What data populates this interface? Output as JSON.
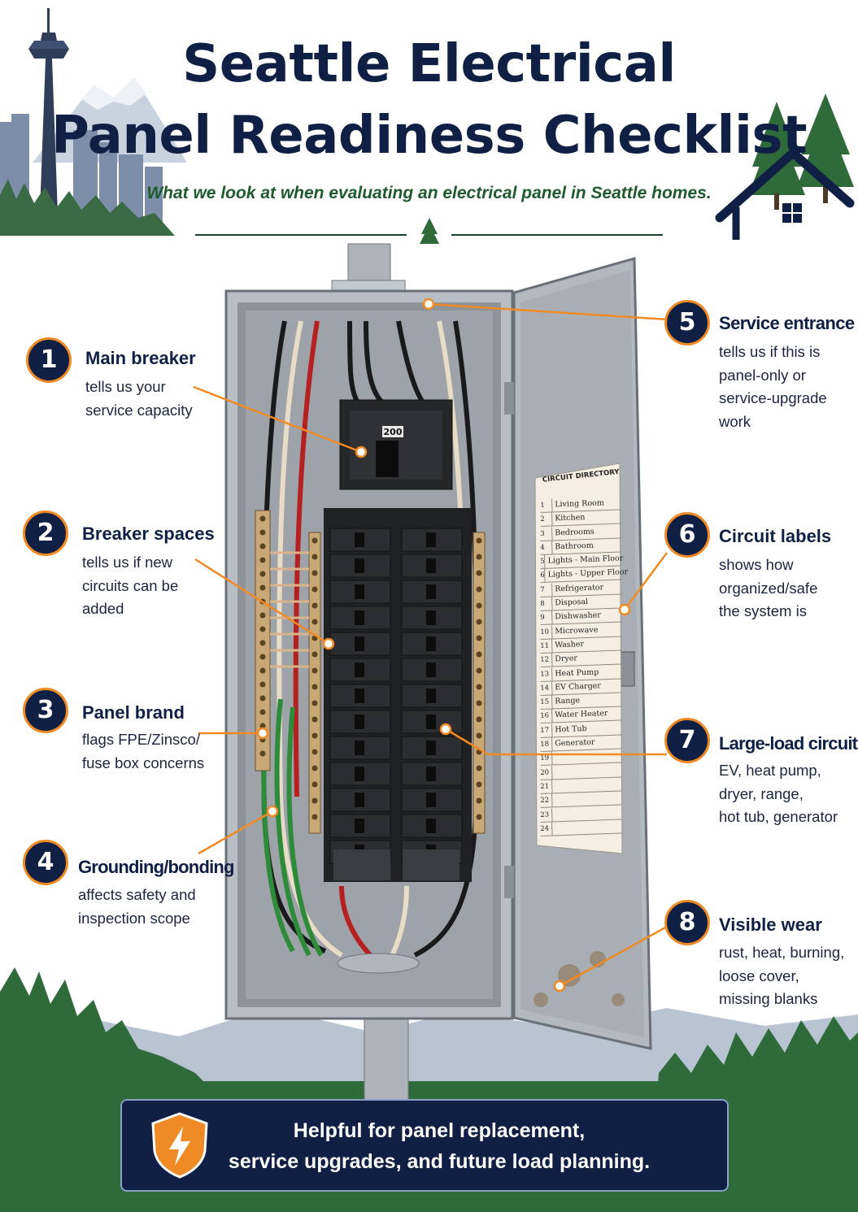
{
  "header": {
    "title_line1": "Seattle Electrical",
    "title_line2": "Panel Readiness Checklist",
    "subtitle": "What we look at when evaluating an electrical panel in Seattle homes."
  },
  "main_breaker_rating": "200",
  "checklist": [
    {
      "number": "1",
      "label": "Main breaker",
      "desc": [
        "tells us your",
        "service capacity"
      ]
    },
    {
      "number": "2",
      "label": "Breaker spaces",
      "desc": [
        "tells us if new",
        "circuits can be",
        "added"
      ]
    },
    {
      "number": "3",
      "label": "Panel brand",
      "desc": [
        "flags FPE/Zinsco/",
        "fuse box concerns"
      ]
    },
    {
      "number": "4",
      "label": "Grounding/bonding",
      "desc": [
        "affects safety and",
        "inspection scope"
      ]
    },
    {
      "number": "5",
      "label": "Service entrance",
      "desc": [
        "tells us if this is",
        "panel-only or",
        "service-upgrade",
        "work"
      ]
    },
    {
      "number": "6",
      "label": "Circuit labels",
      "desc": [
        "shows how",
        "organized/safe",
        "the system is"
      ]
    },
    {
      "number": "7",
      "label": "Large-load circuits",
      "desc": [
        "EV, heat pump,",
        "dryer, range,",
        "hot tub, generator"
      ]
    },
    {
      "number": "8",
      "label": "Visible wear",
      "desc": [
        "rust, heat, burning,",
        "loose cover,",
        "missing blanks"
      ]
    }
  ],
  "circuit_directory": {
    "title": "CIRCUIT DIRECTORY",
    "rows": [
      {
        "n": "1",
        "name": "Living Room"
      },
      {
        "n": "2",
        "name": "Kitchen"
      },
      {
        "n": "3",
        "name": "Bedrooms"
      },
      {
        "n": "4",
        "name": "Bathroom"
      },
      {
        "n": "5",
        "name": "Lights - Main Floor"
      },
      {
        "n": "6",
        "name": "Lights - Upper Floor"
      },
      {
        "n": "7",
        "name": "Refrigerator"
      },
      {
        "n": "8",
        "name": "Disposal"
      },
      {
        "n": "9",
        "name": "Dishwasher"
      },
      {
        "n": "10",
        "name": "Microwave"
      },
      {
        "n": "11",
        "name": "Washer"
      },
      {
        "n": "12",
        "name": "Dryer"
      },
      {
        "n": "13",
        "name": "Heat Pump"
      },
      {
        "n": "14",
        "name": "EV Charger"
      },
      {
        "n": "15",
        "name": "Range"
      },
      {
        "n": "16",
        "name": "Water Heater"
      },
      {
        "n": "17",
        "name": "Hot Tub"
      },
      {
        "n": "18",
        "name": "Generator"
      },
      {
        "n": "19",
        "name": ""
      },
      {
        "n": "20",
        "name": ""
      },
      {
        "n": "21",
        "name": ""
      },
      {
        "n": "22",
        "name": ""
      },
      {
        "n": "23",
        "name": ""
      },
      {
        "n": "24",
        "name": ""
      }
    ]
  },
  "banner": {
    "line1": "Helpful for panel replacement,",
    "line2": "service upgrades, and future load planning."
  },
  "colors": {
    "navy": "#0f2044",
    "orange": "#f08a24",
    "forest": "#2f6b3a"
  },
  "icons": [
    "space-needle-icon",
    "house-icon",
    "tree-icon",
    "shield-bolt-icon"
  ]
}
